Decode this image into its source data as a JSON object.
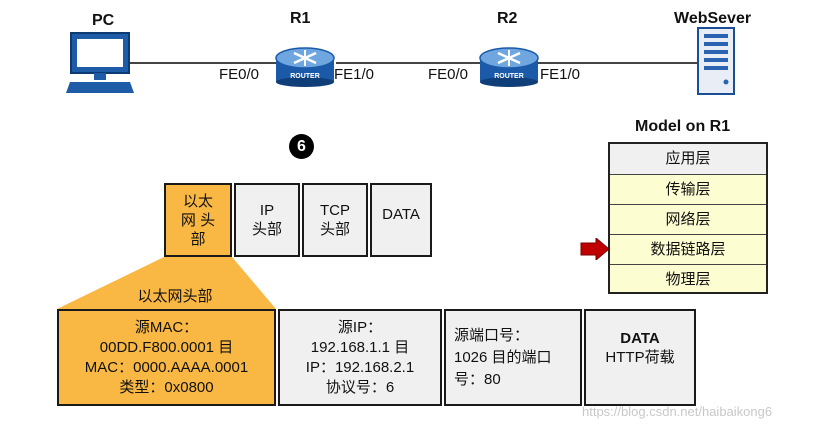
{
  "topology": {
    "pc_label": "PC",
    "r1_label": "R1",
    "r2_label": "R2",
    "server_label": "WebSever",
    "router_badge": "ROUTER",
    "r1_in": "FE0/0",
    "r1_out": "FE1/0",
    "r2_in": "FE0/0",
    "r2_out": "FE1/0"
  },
  "step": "6",
  "frame": {
    "eth": [
      "以太",
      "网 头",
      "部"
    ],
    "ip": [
      "IP",
      "头部"
    ],
    "tcp": [
      "TCP",
      "头部"
    ],
    "data": "DATA"
  },
  "model": {
    "title": "Model on R1",
    "layers": [
      "应用层",
      "传输层",
      "网络层",
      "数据链路层",
      "物理层"
    ],
    "active_index": 3
  },
  "zoom_title": "以太网头部",
  "detail": {
    "eth": [
      "源MAC：",
      "00DD.F800.0001 目",
      "MAC：0000.AAAA.0001",
      "类型：0x0800"
    ],
    "ip": [
      "源IP：",
      "192.168.1.1 目",
      "IP：192.168.2.1",
      "协议号：6"
    ],
    "tcp": [
      "源端口号：",
      "1026 目的端口",
      "号：80"
    ],
    "data_title": "DATA",
    "data_sub": "HTTP荷载"
  },
  "watermark": "https://blog.csdn.net/haibaikong6",
  "colors": {
    "orange": "#f9b843",
    "yellow": "#fdfdd2",
    "gray": "#f0f0f0",
    "arrow": "#c00000"
  }
}
